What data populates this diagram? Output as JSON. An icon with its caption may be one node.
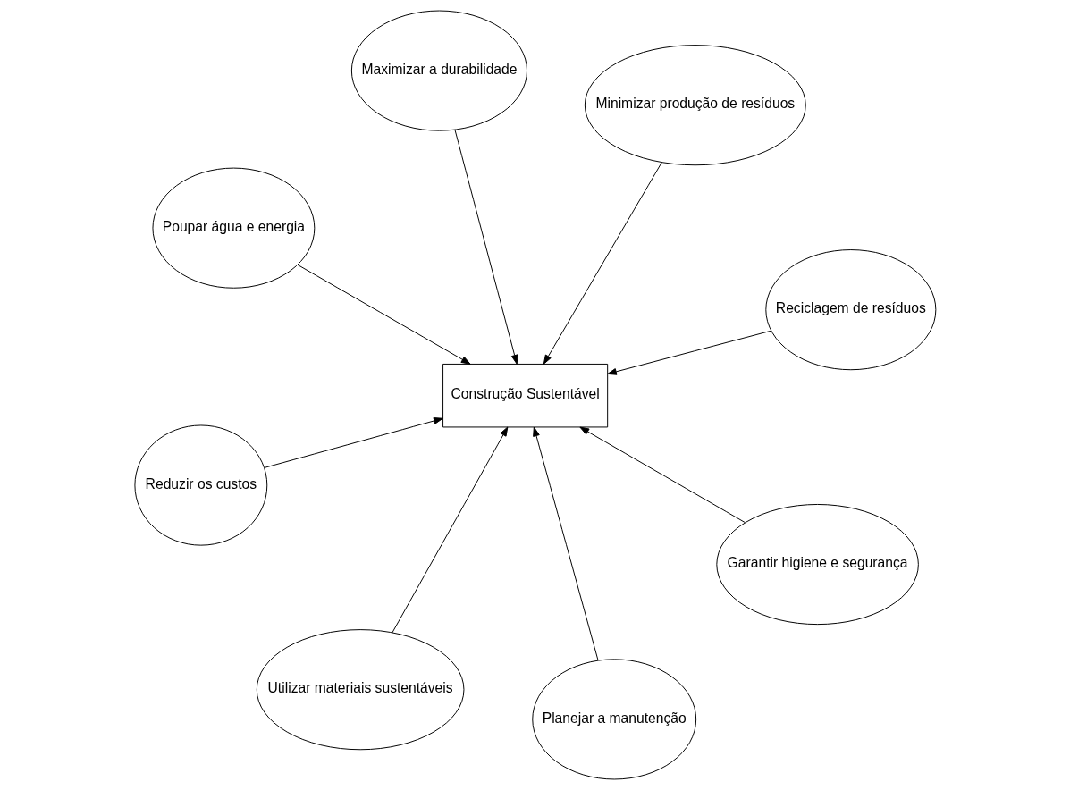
{
  "diagram": {
    "nodes": [
      {
        "text": [
          "Construção Sustentável"
        ]
      },
      {
        "text": [
          "Reciclagem de resíduos"
        ]
      },
      {
        "text": [
          "Utilizar materiais sustentáveis"
        ]
      },
      {
        "text": [
          "Poupar água e energia"
        ]
      },
      {
        "text": [
          "Minimizar produção de resíduos"
        ]
      },
      {
        "text": [
          "Maximizar a durabilidade"
        ]
      },
      {
        "text": [
          "Reduzir os custos"
        ]
      },
      {
        "text": [
          "Garantir higiene e segurança"
        ]
      },
      {
        "text": [
          "Planejar a manutenção"
        ]
      }
    ],
    "edges": [
      {
        "from": 1,
        "to": 0,
        "arrow": "to"
      },
      {
        "from": 2,
        "to": 0,
        "arrow": "to"
      },
      {
        "from": 3,
        "to": 0,
        "arrow": "to"
      },
      {
        "from": 4,
        "to": 0,
        "arrow": "to"
      },
      {
        "from": 5,
        "to": 0,
        "arrow": "to"
      },
      {
        "from": 6,
        "to": 0,
        "arrow": "to"
      },
      {
        "from": 7,
        "to": 0,
        "arrow": "to"
      },
      {
        "from": 8,
        "to": 0,
        "arrow": "to"
      }
    ]
  }
}
